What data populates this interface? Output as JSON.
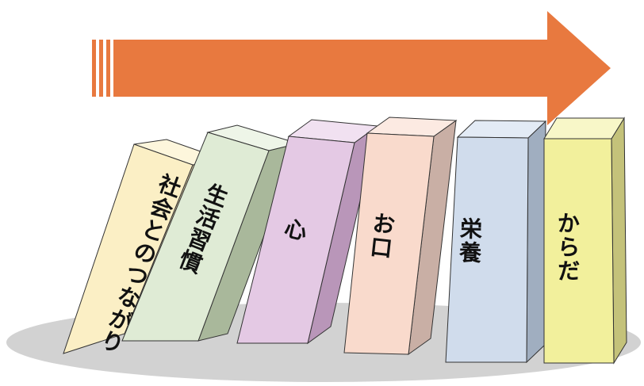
{
  "diagram": {
    "arrow": {
      "color": "#E8793F",
      "direction": "right"
    },
    "shadow_color": "#D2D2D2",
    "blocks": [
      {
        "label": "社会とのつながり",
        "face": "#FBEFC5",
        "side": "#D9C9A0",
        "top": "#FDF6DC"
      },
      {
        "label": "生活習慣",
        "face": "#DFEBD5",
        "side": "#A9B89B",
        "top": "#EEF5E8"
      },
      {
        "label": "心",
        "face": "#E4C9E4",
        "side": "#B996B9",
        "top": "#F1E1F1"
      },
      {
        "label": "お口",
        "face": "#F9DACC",
        "side": "#C9AFA5",
        "top": "#FCEAE2"
      },
      {
        "label": "栄養",
        "face": "#D0DCEC",
        "side": "#A0AEC0",
        "top": "#E3EBF5"
      },
      {
        "label": "からだ",
        "face": "#F2F09C",
        "side": "#C4C27A",
        "top": "#F8F7C8"
      }
    ]
  }
}
